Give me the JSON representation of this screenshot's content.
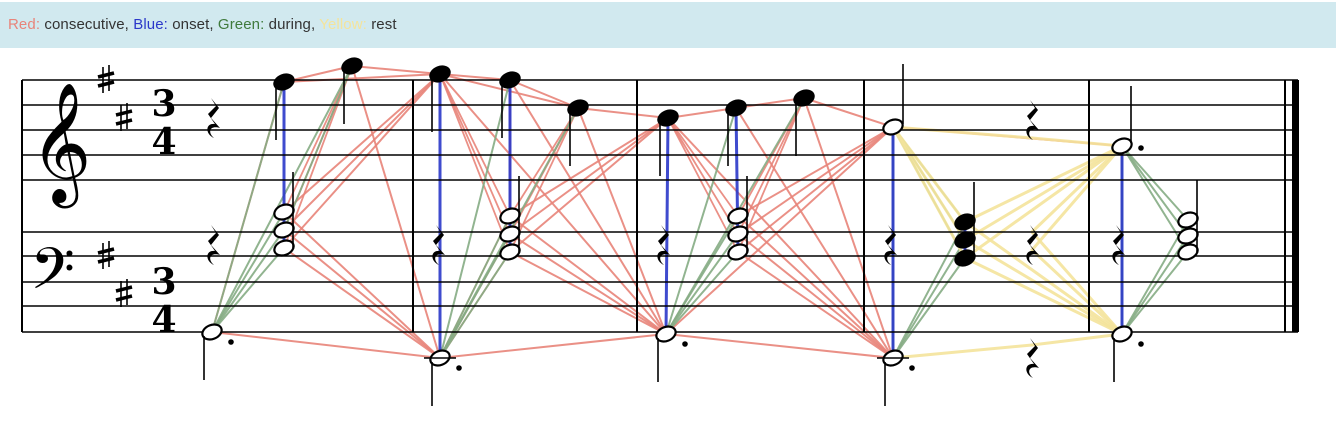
{
  "legend": {
    "red_key": "Red:",
    "red_desc": " consecutive, ",
    "blue_key": "Blue:",
    "blue_desc": " onset, ",
    "green_key": "Green:",
    "green_desc": " during, ",
    "yellow_key": "Yellow:",
    "yellow_desc": " rest"
  },
  "colors": {
    "red": "#e8847a",
    "blue": "#2b38c9",
    "green": "#86ac84",
    "yellow": "#f4e49c",
    "legend_bg": "#d1e9ef",
    "legend_text": "#333333",
    "ink": "#000000"
  },
  "score": {
    "time_signature": {
      "top": "3",
      "bottom": "4"
    },
    "key_signature": "D major (2 sharps)",
    "clefs": [
      "treble-clef",
      "bass-clef"
    ],
    "measure_count": 5
  }
}
